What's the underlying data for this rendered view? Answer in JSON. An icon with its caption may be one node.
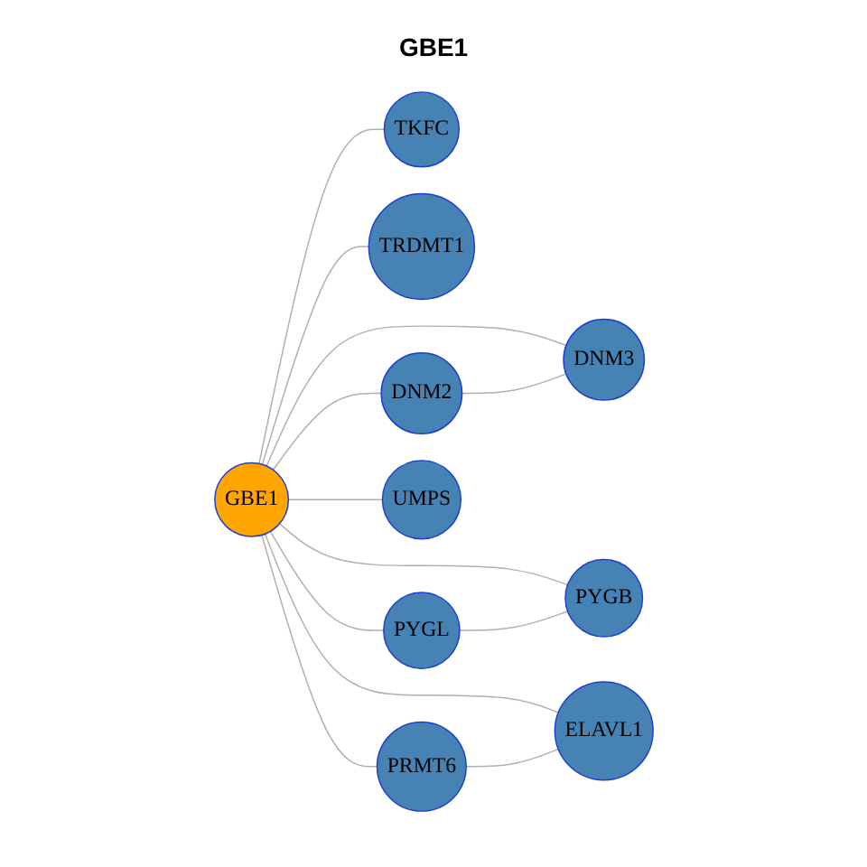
{
  "diagram": {
    "title": "GBE1",
    "nodes": [
      {
        "text": [
          "GBE1"
        ]
      },
      {
        "text": [
          "TKFC"
        ]
      },
      {
        "text": [
          "TRDMT1"
        ]
      },
      {
        "text": [
          "DNM2"
        ]
      },
      {
        "text": [
          "DNM3"
        ]
      },
      {
        "text": [
          "PYGL"
        ]
      },
      {
        "text": [
          "PYGB"
        ]
      },
      {
        "text": [
          "UMPS"
        ]
      },
      {
        "text": [
          "ELAVL1"
        ]
      },
      {
        "text": [
          "PRMT6"
        ]
      }
    ],
    "edges": [
      {
        "from": 0,
        "to": 1,
        "arrow": "none"
      },
      {
        "from": 0,
        "to": 2,
        "arrow": "none"
      },
      {
        "from": 0,
        "to": 3,
        "arrow": "none"
      },
      {
        "from": 0,
        "to": 4,
        "arrow": "none"
      },
      {
        "from": 3,
        "to": 4,
        "arrow": "none"
      },
      {
        "from": 0,
        "to": 5,
        "arrow": "none"
      },
      {
        "from": 0,
        "to": 6,
        "arrow": "none"
      },
      {
        "from": 5,
        "to": 6,
        "arrow": "none"
      },
      {
        "from": 0,
        "to": 7,
        "arrow": "none"
      },
      {
        "from": 0,
        "to": 8,
        "arrow": "none"
      },
      {
        "from": 0,
        "to": 9,
        "arrow": "none"
      },
      {
        "from": 9,
        "to": 8,
        "arrow": "none"
      }
    ]
  }
}
